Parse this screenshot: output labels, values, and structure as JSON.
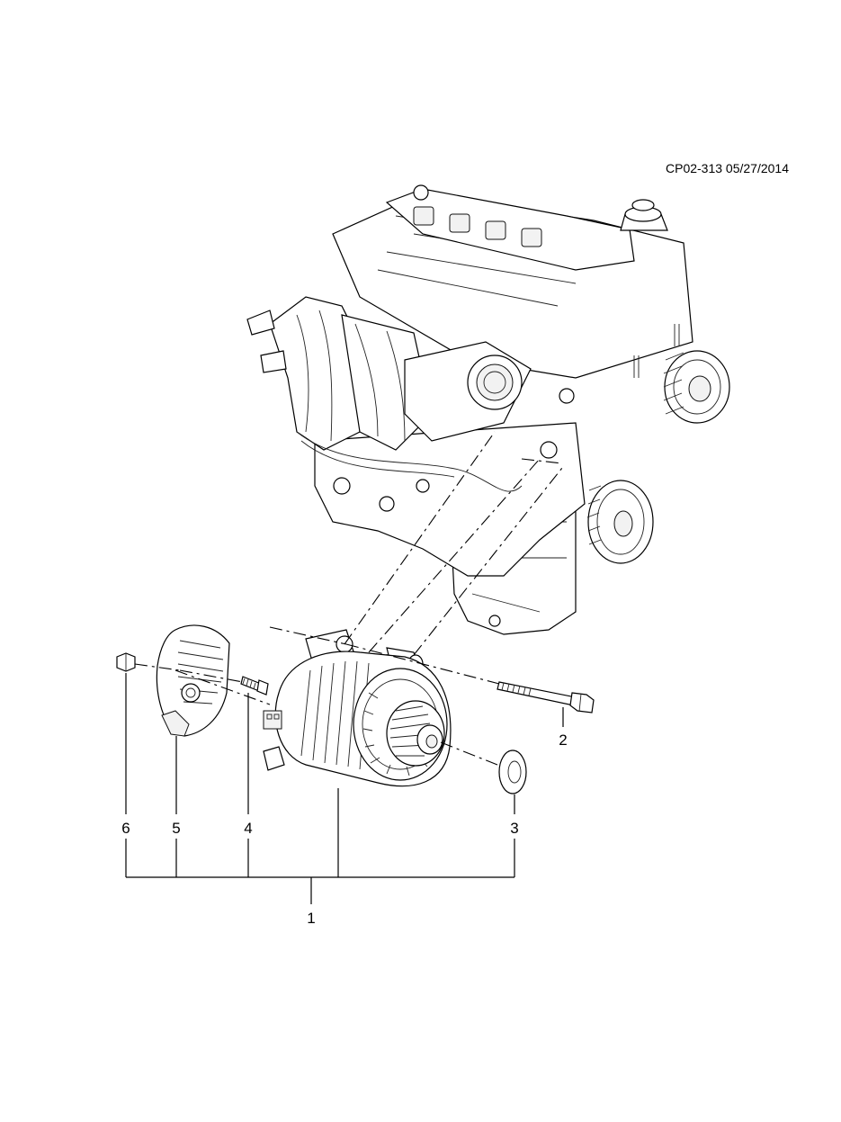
{
  "diagram": {
    "reference_code": "CP02-313 05/27/2014",
    "callouts": {
      "alternator_assembly": "1",
      "bolt_long": "2",
      "washer": "3",
      "bolt_short": "4",
      "cover": "5",
      "nut": "6"
    }
  }
}
